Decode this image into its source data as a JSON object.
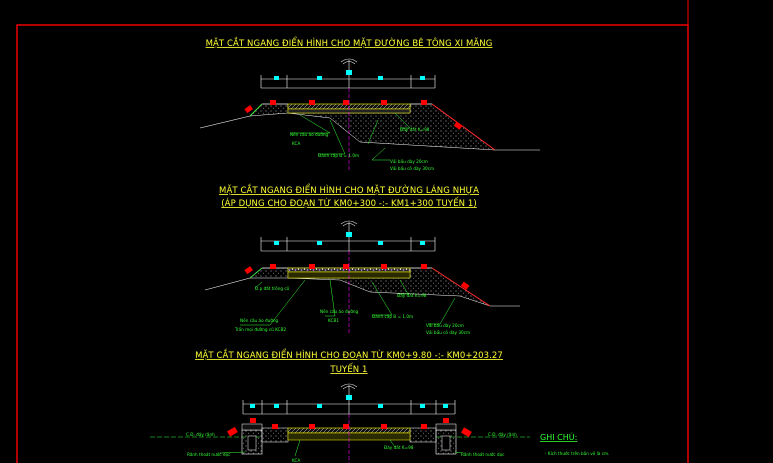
{
  "titles": {
    "s1": "MẶT CẮT NGANG ĐIỂN HÌNH CHO MẶT ĐƯỜNG BÊ TÔNG XI MĂNG",
    "s2_line1": "MẶT CẮT NGANG ĐIỂN HÌNH CHO MẶT ĐƯỜNG LÁNG NHỰA",
    "s2_line2": "(ÁP DỤNG CHO ĐOẠN TỪ KM0+300 -:- KM1+300 TUYẾN 1)",
    "s3_line1": "MẶT CẮT NGANG ĐIỂN HÌNH CHO ĐOẠN TỪ KM0+9.80 -:- KM0+203.27",
    "s3_line2": "TUYẾN 1"
  },
  "labels": {
    "s1": {
      "bed_top": "Nền cấu áo đường",
      "kca": "KCA",
      "dam": "Đánh cấp B = 1.0m",
      "day_dat": "Đáy đất K=98",
      "vai1": "Vải bầu dày 20cm",
      "vai2": "Vải bầu cỏ dày 30cm"
    },
    "s2": {
      "left_fill": "Đ.p đất trồng cỏ",
      "bed": "Nền cấu áo đường",
      "kca": "KCB1",
      "bed2": "Nền cấu áo đường",
      "tran": "Trần mọi đường cũ KCB2",
      "dam": "Đánh cấp B = 1.0m",
      "day_dat": "Đáy đất K=98",
      "vai1": "Vải bầu dày 20cm",
      "vai2": "Vải bầu cỏ dày 30cm"
    },
    "s3": {
      "cd_left": "C.Đ. đáy rãnh",
      "cd_right": "C.Đ. đáy rãnh",
      "ranh_left": "Rãnh thoát nước dọc",
      "ranh_right": "Rãnh thoát nước dọc",
      "kca": "KCA",
      "day_dat": "Đáy đất K=98"
    }
  },
  "notes": {
    "heading": "GHI CHÚ:",
    "line1": "- Kích thước trên bản vẽ là cm."
  },
  "colors": {
    "background": "#000000",
    "frame": "#ff0000",
    "title": "#ffff33",
    "label": "#33ff33",
    "dimension": "#ffffff",
    "marker_cyan": "#00ffff",
    "marker_red": "#ff0000",
    "pavement": "#ffff00",
    "centerline": "#ff00ff",
    "hatch": "#bbbbbb"
  }
}
